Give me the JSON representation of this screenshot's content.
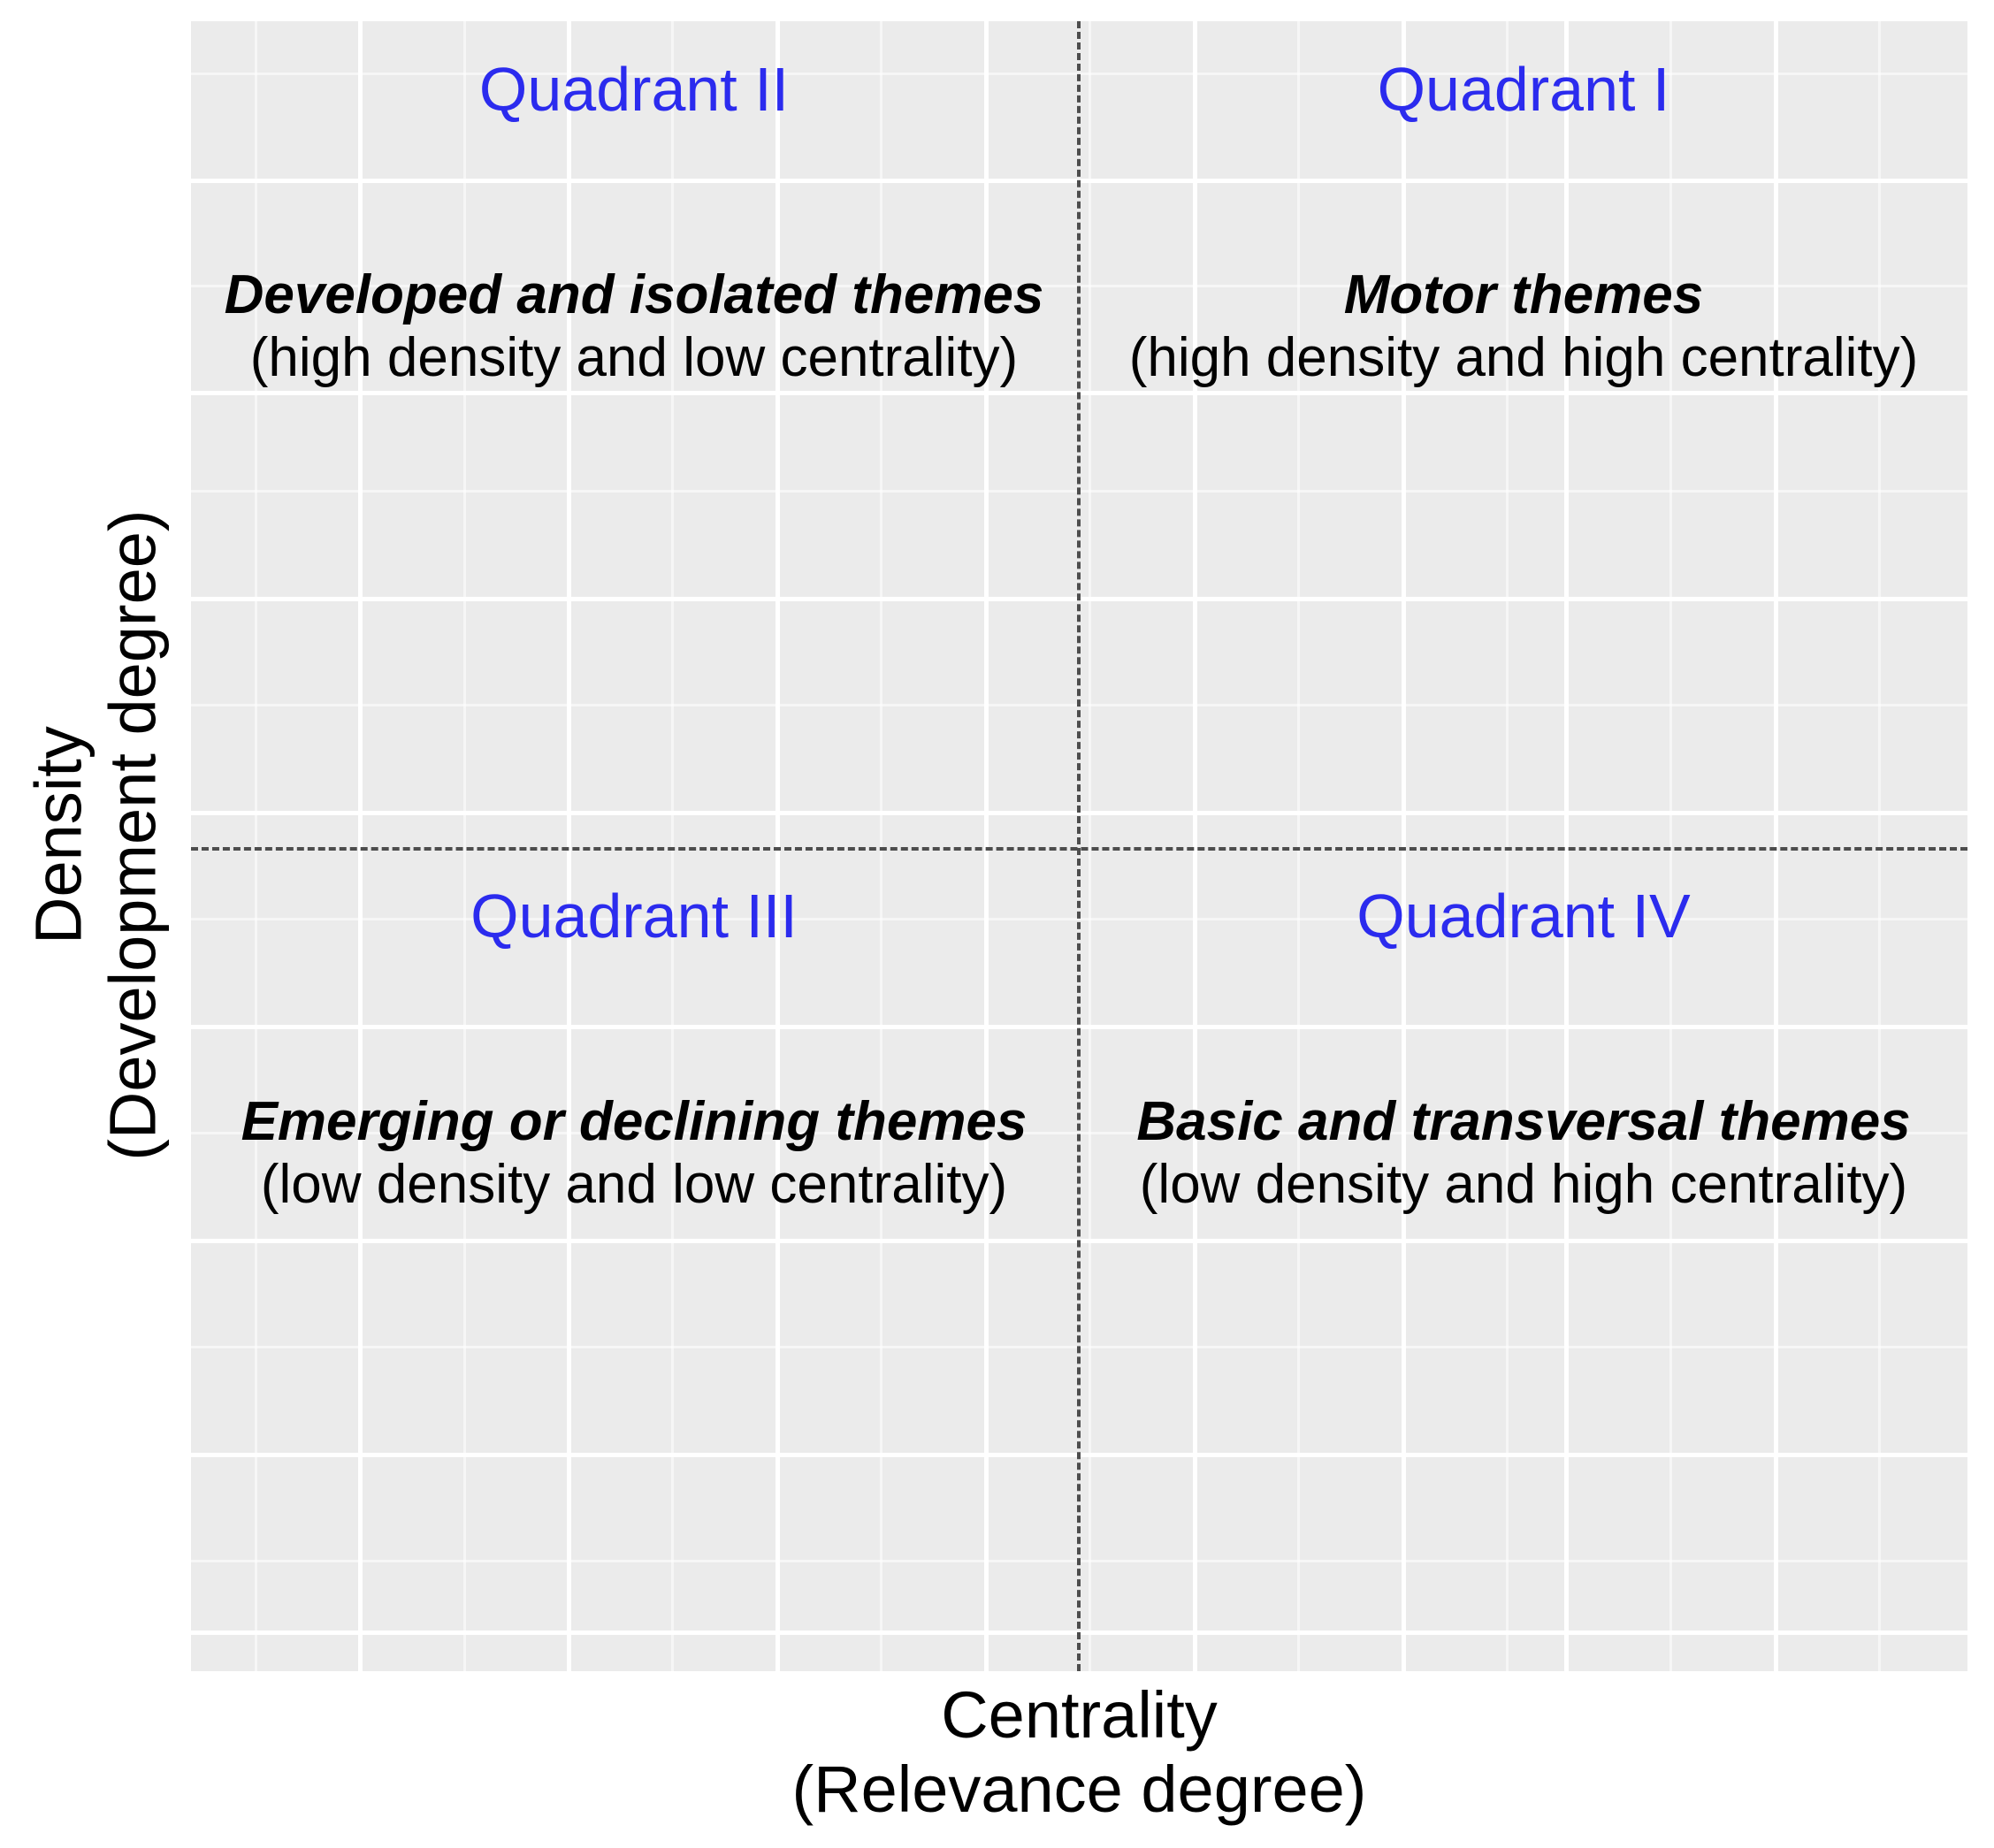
{
  "chart_data": {
    "type": "scatter",
    "title": "",
    "xlabel": "Centrality",
    "xlabel_sub": "(Relevance degree)",
    "ylabel": "Density",
    "ylabel_sub": "(Development degree)",
    "grid": true,
    "legend": "none",
    "panel_background": "#ebebeb",
    "gridline_color": "#ffffff",
    "divider_color": "#4d4d4d",
    "quadrant_label_color": "#2b2bee",
    "text_color": "#000000",
    "x_divider_value": 0.5,
    "y_divider_value": 0.5,
    "xlim": [
      0,
      1
    ],
    "ylim": [
      0,
      1
    ],
    "quadrants": [
      {
        "id": "quadrant-2",
        "label": "Quadrant II",
        "theme_name": "Developed and isolated themes",
        "theme_description": "(high density and low centrality)",
        "density": "high",
        "centrality": "low",
        "position": "top-left"
      },
      {
        "id": "quadrant-1",
        "label": "Quadrant I",
        "theme_name": "Motor themes",
        "theme_description": "(high density and high centrality)",
        "density": "high",
        "centrality": "high",
        "position": "top-right"
      },
      {
        "id": "quadrant-3",
        "label": "Quadrant III",
        "theme_name": "Emerging or declining themes",
        "theme_description": "(low density and low centrality)",
        "density": "low",
        "centrality": "low",
        "position": "bottom-left"
      },
      {
        "id": "quadrant-4",
        "label": "Quadrant IV",
        "theme_name": "Basic and transversal themes",
        "theme_description": "(low density and high centrality)",
        "density": "low",
        "centrality": "high",
        "position": "bottom-right"
      }
    ]
  },
  "axes": {
    "y": {
      "line1": "Density",
      "line2": "(Development degree)"
    },
    "x": {
      "line1": "Centrality",
      "line2": "(Relevance degree)"
    }
  },
  "quadrants": {
    "top_left": {
      "label": "Quadrant II",
      "theme_name": "Developed and isolated themes",
      "theme_description": "(high density and low centrality)"
    },
    "top_right": {
      "label": "Quadrant I",
      "theme_name": "Motor themes",
      "theme_description": "(high density and high centrality)"
    },
    "bottom_left": {
      "label": "Quadrant III",
      "theme_name": "Emerging or declining themes",
      "theme_description": "(low density and low centrality)"
    },
    "bottom_right": {
      "label": "Quadrant IV",
      "theme_name": "Basic and transversal themes",
      "theme_description": "(low density and high centrality)"
    }
  }
}
